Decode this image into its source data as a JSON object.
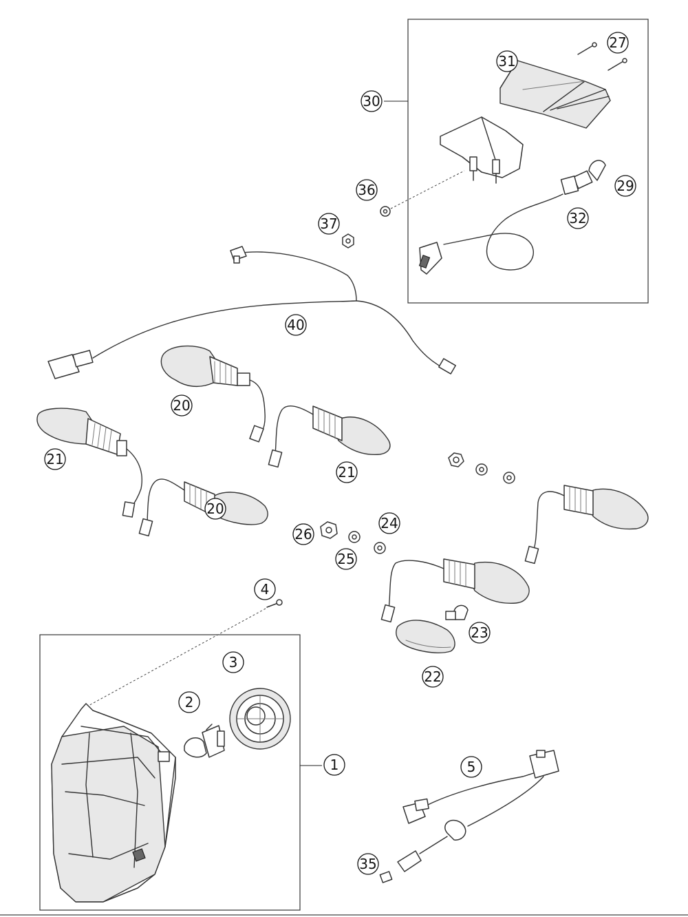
{
  "callouts": [
    {
      "id": "c27",
      "label": "27"
    },
    {
      "id": "c31",
      "label": "31"
    },
    {
      "id": "c30",
      "label": "30"
    },
    {
      "id": "c29",
      "label": "29"
    },
    {
      "id": "c36",
      "label": "36"
    },
    {
      "id": "c32",
      "label": "32"
    },
    {
      "id": "c37",
      "label": "37"
    },
    {
      "id": "c40",
      "label": "40"
    },
    {
      "id": "c20a",
      "label": "20"
    },
    {
      "id": "c21a",
      "label": "21"
    },
    {
      "id": "c21b",
      "label": "21"
    },
    {
      "id": "c20b",
      "label": "20"
    },
    {
      "id": "c24",
      "label": "24"
    },
    {
      "id": "c26",
      "label": "26"
    },
    {
      "id": "c25",
      "label": "25"
    },
    {
      "id": "c4",
      "label": "4"
    },
    {
      "id": "c23",
      "label": "23"
    },
    {
      "id": "c3",
      "label": "3"
    },
    {
      "id": "c22",
      "label": "22"
    },
    {
      "id": "c2",
      "label": "2"
    },
    {
      "id": "c1",
      "label": "1"
    },
    {
      "id": "c5",
      "label": "5"
    },
    {
      "id": "c35",
      "label": "35"
    }
  ]
}
